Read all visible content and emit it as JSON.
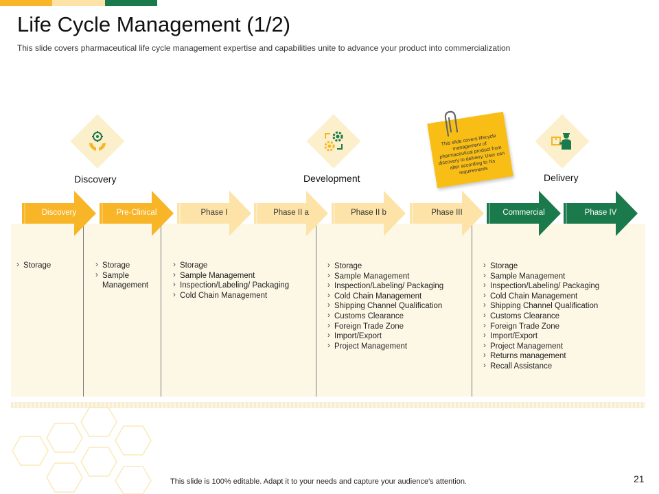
{
  "header": {
    "title": "Life Cycle Management (1/2)",
    "subtitle": "This slide covers pharmaceutical life cycle management expertise and capabilities unite to advance your product into commercialization"
  },
  "stages": [
    {
      "label": "Discovery",
      "icon": "caring-hands-gear-icon"
    },
    {
      "label": "Development",
      "icon": "gears-arrows-icon"
    },
    {
      "label": "Delivery",
      "icon": "delivery-worker-icon"
    }
  ],
  "phases": [
    {
      "label": "Discovery",
      "color": "#f7b527",
      "text_color": "#ffffff"
    },
    {
      "label": "Pre-Clinical",
      "color": "#f7b527",
      "text_color": "#ffffff"
    },
    {
      "label": "Phase I",
      "color": "#fde3a7",
      "text_color": "#333333"
    },
    {
      "label": "Phase II a",
      "color": "#fde3a7",
      "text_color": "#333333"
    },
    {
      "label": "Phase II b",
      "color": "#fde3a7",
      "text_color": "#333333"
    },
    {
      "label": "Phase III",
      "color": "#fde3a7",
      "text_color": "#333333"
    },
    {
      "label": "Commercial",
      "color": "#1b7a4b",
      "text_color": "#ffffff"
    },
    {
      "label": "Phase IV",
      "color": "#1b7a4b",
      "text_color": "#ffffff"
    }
  ],
  "columns": [
    {
      "items": [
        "Storage"
      ]
    },
    {
      "items": [
        "Storage",
        "Sample Management"
      ]
    },
    {
      "items": [
        "Storage",
        "Sample Management",
        "Inspection/Labeling/ Packaging",
        "Cold Chain Management"
      ]
    },
    {
      "items": [
        "Storage",
        "Sample Management",
        "Inspection/Labeling/ Packaging",
        "Cold Chain Management",
        "Shipping Channel Qualification",
        "Customs Clearance",
        "Foreign Trade Zone",
        "Import/Export",
        "Project Management"
      ]
    },
    {
      "items": [
        "Storage",
        "Sample Management",
        "Inspection/Labeling/ Packaging",
        "Cold Chain Management",
        "Shipping Channel Qualification",
        "Customs Clearance",
        "Foreign Trade Zone",
        "Import/Export",
        "Project Management",
        "Returns management",
        "Recall Assistance"
      ]
    }
  ],
  "note": {
    "text": "This slide covers lifecycle management of pharmaceutical product from discovery to delivery. User can alter according to his requirements"
  },
  "footer": {
    "text": "This slide is 100% editable. Adapt it to your needs and capture your audience's attention.",
    "page_number": "21"
  },
  "colors": {
    "accent_yellow": "#f7b527",
    "light_yellow": "#fde3a7",
    "green": "#1b7a4b",
    "panel": "#fdf7e6"
  }
}
